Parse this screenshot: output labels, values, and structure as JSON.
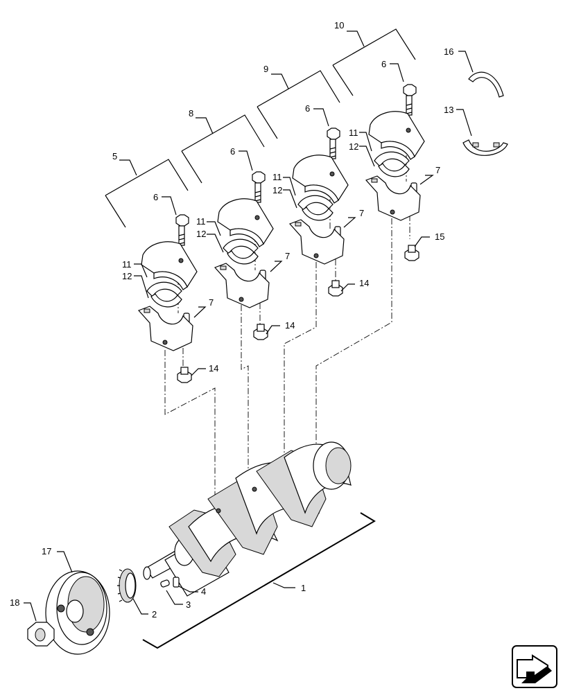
{
  "diagram": {
    "callouts": {
      "c1": "1",
      "c2": "2",
      "c3": "3",
      "c4": "4",
      "c5": "5",
      "c6": "6",
      "c7": "7",
      "c8": "8",
      "c9": "9",
      "c10": "10",
      "c11": "11",
      "c12": "12",
      "c13": "13",
      "c14": "14",
      "c15": "15",
      "c16": "16",
      "c17": "17",
      "c18": "18"
    },
    "nav_icon": "next-page-arrow-icon"
  }
}
